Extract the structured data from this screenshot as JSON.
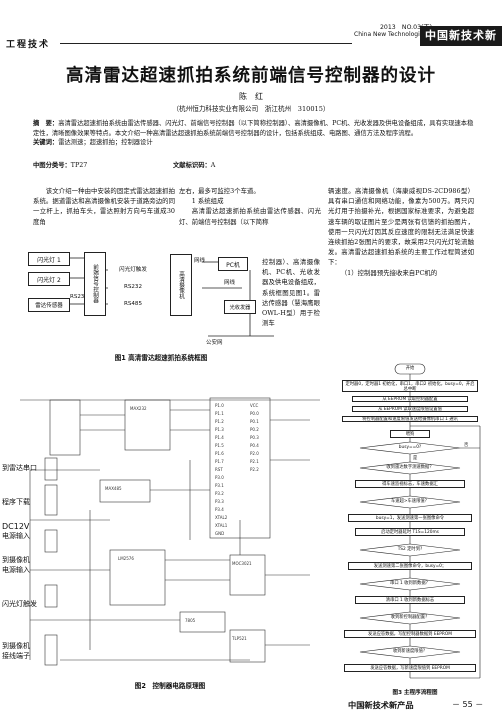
{
  "header": {
    "section": "工程技术",
    "issue": "2013　NO.03(下)",
    "journal_en": "China New Technologies and Products",
    "journal_cn": "中国新技术新产品"
  },
  "article": {
    "title": "高清雷达超速抓拍系统前端信号控制器的设计",
    "author": "陈　红",
    "affiliation": "（杭州恒力科技实业有限公司　浙江杭州　310015）",
    "abstract_label": "摘　要：",
    "abstract": "高清雷达超速抓拍系统由雷达传感器、闪光灯、前端信号控制器（以下简称控制器）、高清摄像机、PC机、光收发器及供电设备组成，具有实现速本稳定性，清晰图像效果等特点。本文介绍一种高清雷达超速抓拍系统前端信号控制器的设计，包括系统组成、电路图、通信方法及程序流程。",
    "keywords_label": "关键词：",
    "keywords": "雷达测速；超速抓拍；控制器设计",
    "class_label": "中图分类号：",
    "class_value": "TP27",
    "doc_label": "文献标识码：",
    "doc_value": "A"
  },
  "body": {
    "col1_p1": "该文介绍一种由中安装的固定式雷达超速抓拍系统。据道雷达和高清摄像机安装于道路旁边的同一立杆上，抓拍车头，雷达照射方向与车道成30度角",
    "col2_p1": "左右，最多可监控3个车道。",
    "col2_h1": "1 系统组成",
    "col2_p2": "高清雷达超速抓拍系统由雷达传感器、闪光灯、前端信号控制器（以下简称",
    "col2_p3": "控制器）、高清摄像机、PC机、光收发器及供电设备组成，系统框图见图1。雷达传感器（慧海鹰眼OWL-H型）用于检测车",
    "col3_p1": "辆速度。高清摄像机（海康威视DS-2CD986型）具有串口通信和网络功能，像素为500万。两只闪光灯用于抬摄补光，根据国家标准要求，为避免超速车辆的取证图片至少是两张有信馈的抓拍图片，使用一只闪光灯因其反应速度的限制无法满足快速连续抓拍2张图片的要求，故采用2只闪光灯轮流触发。高清雷达超速抓拍系统的主要工作过程简述如下：",
    "col3_p2": "（1）控制器预先接收来自PC机的"
  },
  "fig1": {
    "caption": "图1 高清雷达超速抓拍系统框图",
    "flash1": "闪光灯 1",
    "flash2": "闪光灯 2",
    "radar": "雷达传感器",
    "rs232_left": "RS232",
    "controller": "前端信号控制器",
    "flash_trigger": "闪光灯触发",
    "rs232_mid": "RS232",
    "rs485": "RS485",
    "camera": "高清摄像机",
    "network_top": "网线",
    "pc": "PC机",
    "network_mid": "网线",
    "optical": "光收发器",
    "public_net": "公安网"
  },
  "fig2": {
    "caption": "图2　控制器电路原理图",
    "label_radar_serial": "到雷达串口",
    "label_download": "程序下载",
    "label_dc12v": "DC12V",
    "label_power_in": "电源输入",
    "label_camera_power": "到摄像机",
    "label_camera_power2": "电源输入",
    "label_flash_trigger": "闪光灯触发",
    "label_camera_port": "到摄像机",
    "label_camera_port2": "接线端子"
  },
  "fig3": {
    "caption": "图3 主程序流程图",
    "start": "开始",
    "init": "定时器0，定时器1 初始化，串口1，串口2 初始化，busy=0，开启总中断",
    "read_cfg": "从 EEPROM 读取控制器配置",
    "read_speed": "从 EEPROM 读取速度限值设置值",
    "wdt": "将控制器配置和速度限值发送给摄像机串口 1 通讯",
    "loop": "喂狗",
    "busy_q": "busy==0?",
    "radar_q": "收到雷达数字测速数据？",
    "radar_calc": "得车速监视标志，车速数据汇",
    "over_q": "车速超>车速限值？",
    "set_busy": "busy=1，发送测速第一张图像命令",
    "timer": "启动定时器延时 T1S=120ms",
    "ts_q": "TS2 定时到?",
    "second": "发送测速第二张图像命令，busy=0；",
    "serial_q": "串口 1 收到新数据？",
    "serial_act": "清串口 1 收到新数据标志",
    "ctrl_q": "收到新控制器配置？",
    "ctrl_act": "发送应答数据，写配控制器数据到 EEPROM",
    "limit_q": "收到新速度限值？",
    "limit_act": "发送应答数据，写新速度限值到 EEPROM",
    "yes": "是",
    "no": "否"
  },
  "footer": {
    "brand": "中国新技术新产品",
    "page": "－ 55 －"
  }
}
